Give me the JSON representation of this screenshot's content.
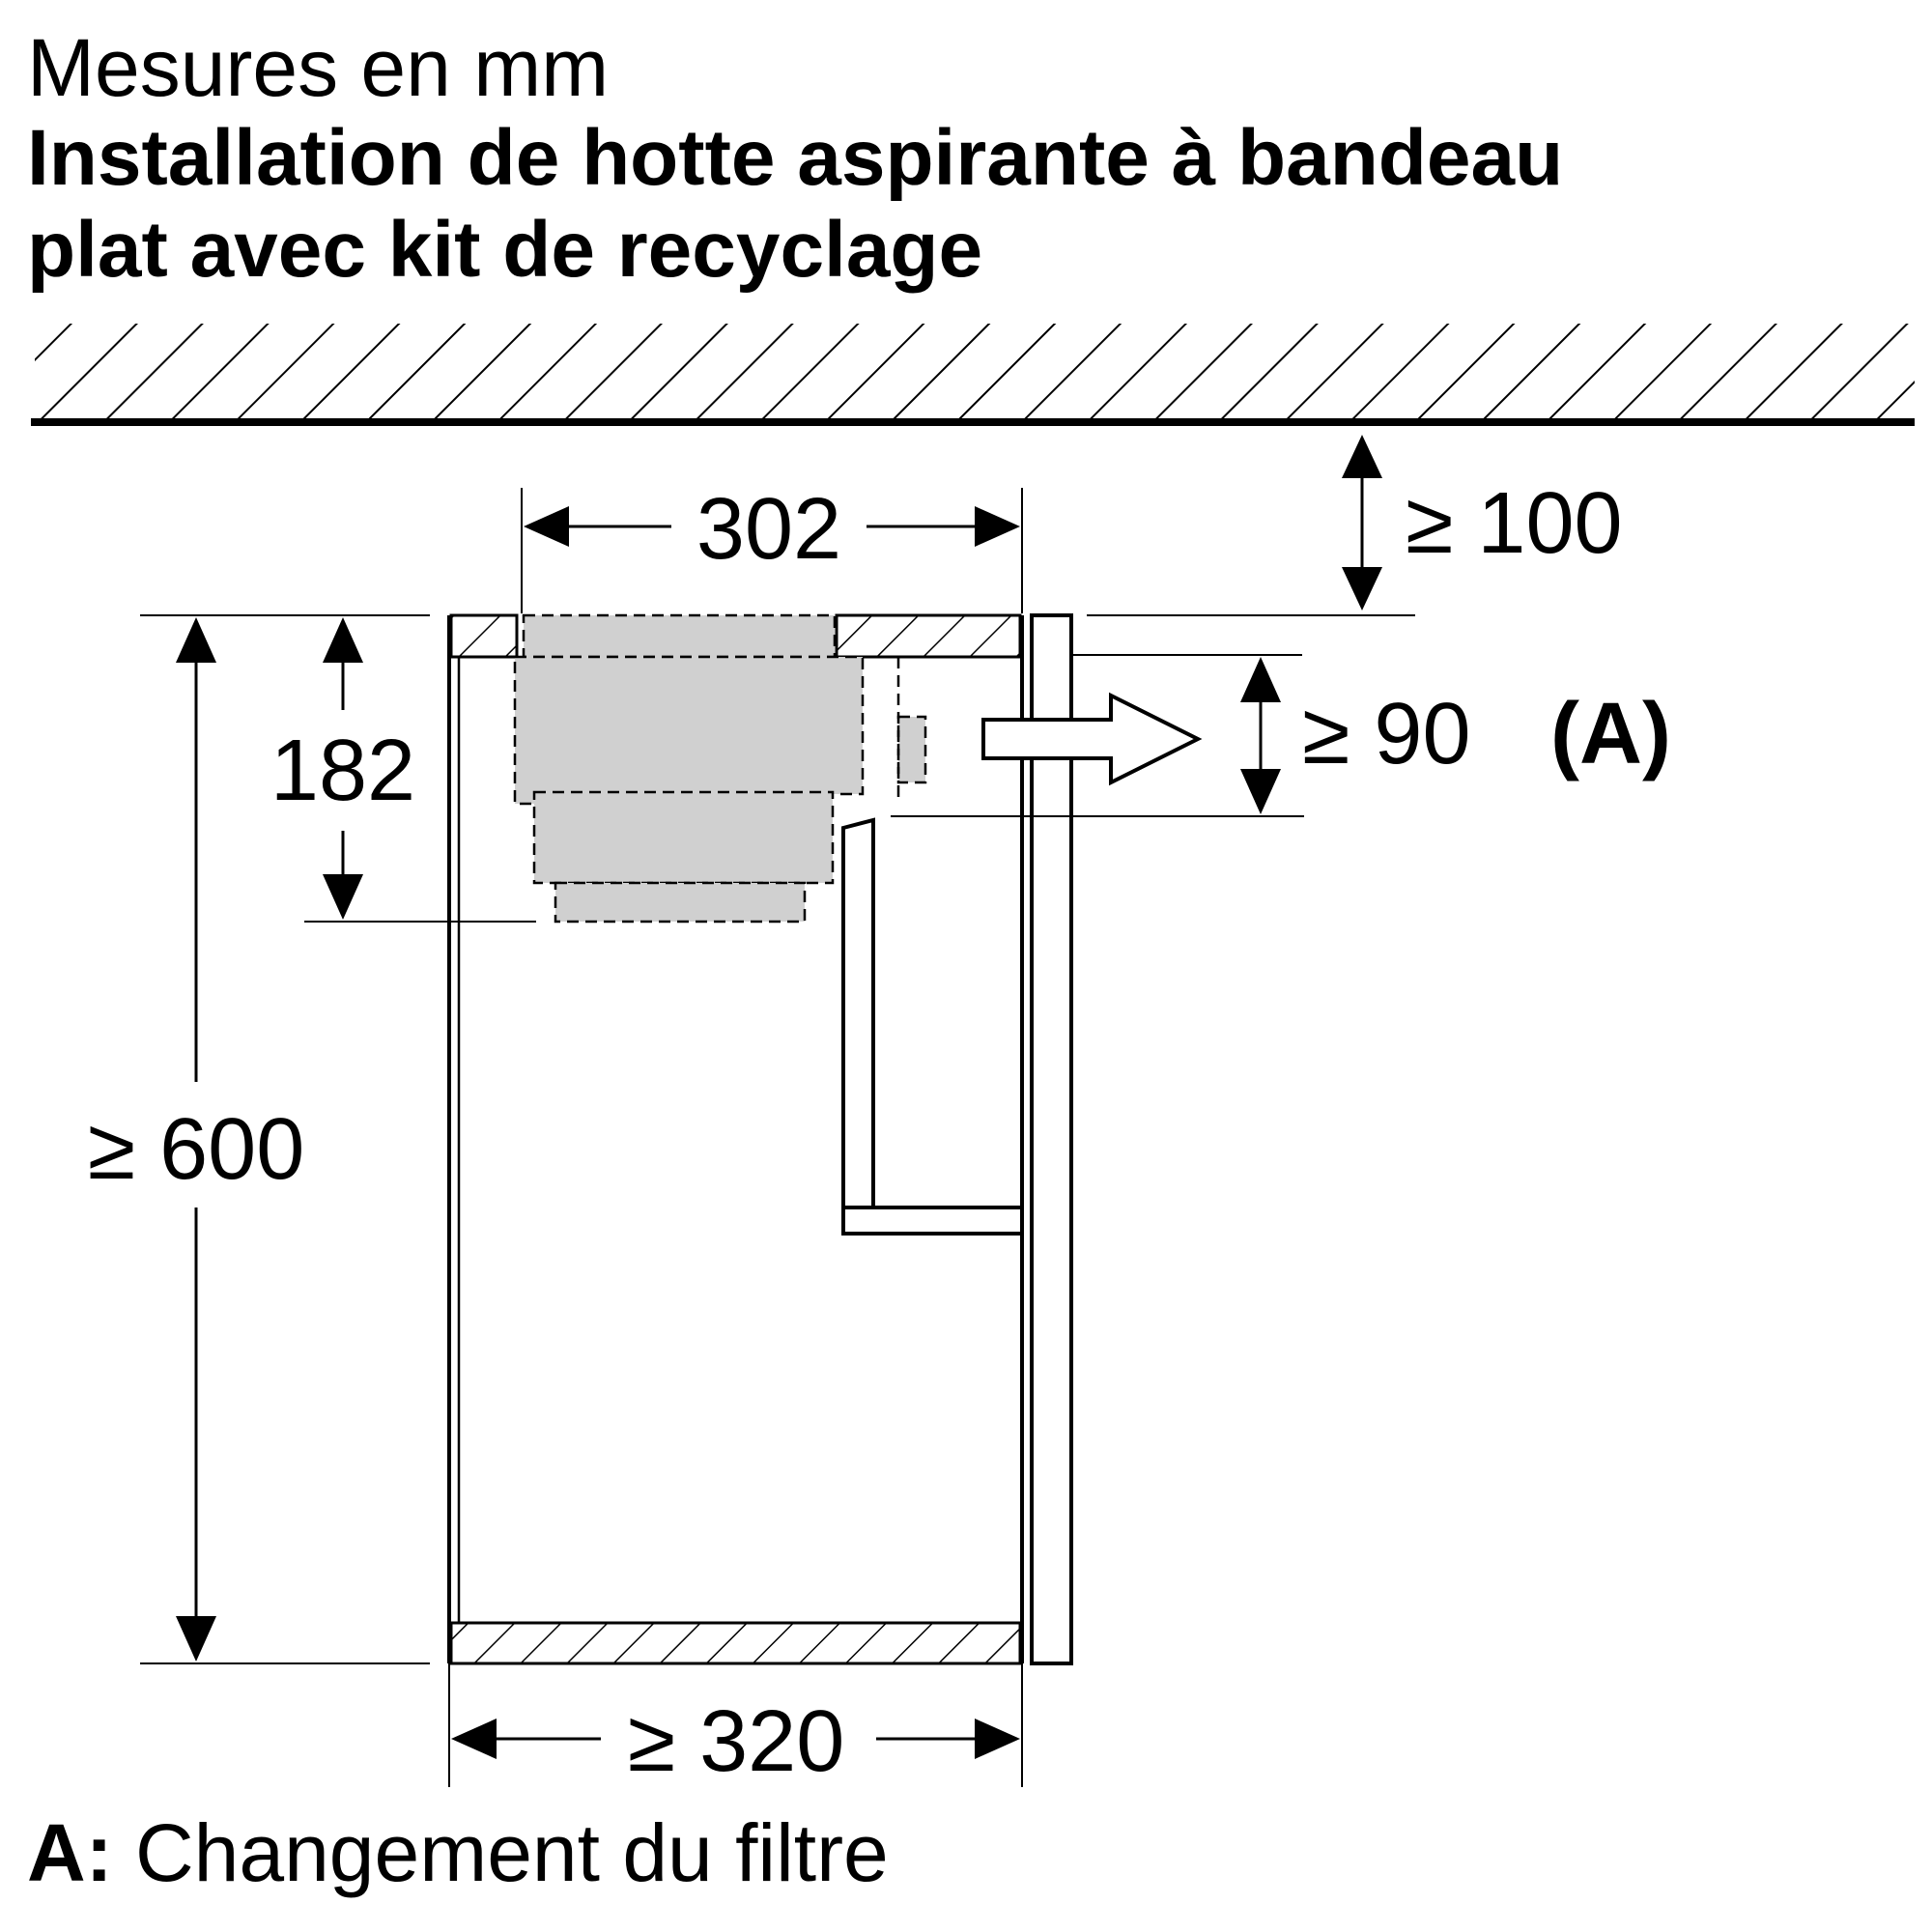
{
  "header": {
    "units": "Mesures en mm",
    "title_line1": "Installation de hotte aspirante à bandeau",
    "title_line2": "plat avec kit de recyclage"
  },
  "dimensions": {
    "top_clearance": "≥ 100",
    "unit_width": "302",
    "unit_height": "182",
    "cabinet_height": "≥ 600",
    "front_clearance": "≥ 90",
    "cabinet_depth": "≥ 320"
  },
  "callout": {
    "marker": "(A)"
  },
  "legend": {
    "key": "A:",
    "description": "Changement du filtre"
  },
  "colors": {
    "line": "#000000",
    "appliance_fill": "#d0d0d0",
    "background": "#ffffff"
  }
}
